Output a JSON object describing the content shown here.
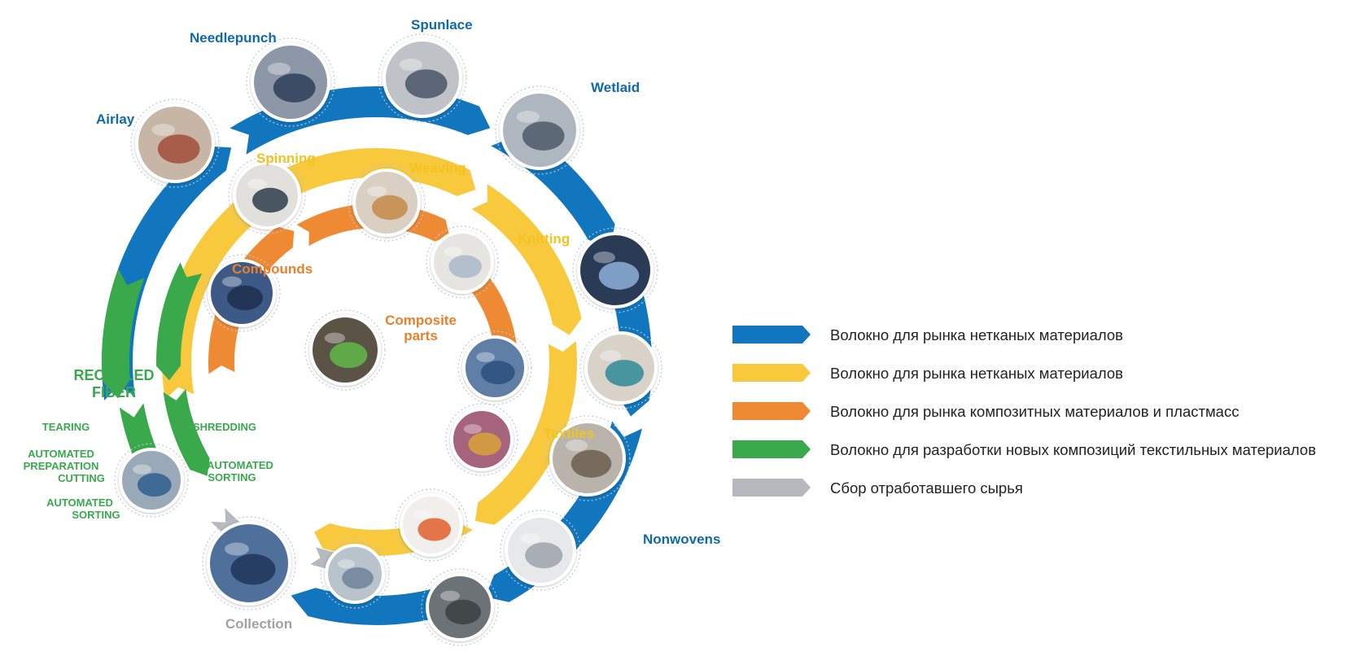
{
  "colors": {
    "blue": "#1176bd",
    "yellow": "#f8c93c",
    "orange": "#ee8a34",
    "green": "#3aa94b",
    "gray": "#b5b8bd",
    "blue_text": "#1169ad",
    "yellow_text": "#f2c31f",
    "orange_text": "#ea7f2b",
    "green_text": "#38a94d",
    "gray_text": "#9ea1a6"
  },
  "blue_ring": {
    "airlay": "Airlay",
    "needlepunch": "Needlepunch",
    "spunlace": "Spunlace",
    "wetlaid": "Wetlaid",
    "nonwovens": "Nonwovens"
  },
  "yellow_ring": {
    "spinning": "Spinning",
    "weaving": "Weaving",
    "knitting": "Knitting",
    "textiles": "Textiles"
  },
  "orange_ring": {
    "compounds": "Compounds",
    "composite_line1": "Composite",
    "composite_line2": "parts"
  },
  "green_ring": {
    "recycled_line1": "RECYCLED",
    "recycled_line2": "FIBER",
    "tearing": "TEARING",
    "shredding": "SHREDDING",
    "prep_line1": "AUTOMATED",
    "prep_line2": "PREPARATION",
    "prep_line3": "CUTTING",
    "sort_in_line1": "AUTOMATED",
    "sort_in_line2": "SORTING",
    "sort_out_line1": "AUTOMATED",
    "sort_out_line2": "SORTING"
  },
  "gray_ring": {
    "collection": "Collection"
  },
  "photos": [
    {
      "name": "airlay-photo",
      "icon": "airlay-machine-photo"
    },
    {
      "name": "needlepunch-photo",
      "icon": "needlepunch-machine-photo"
    },
    {
      "name": "spunlace-photo",
      "icon": "spunlace-machine-photo"
    },
    {
      "name": "wetlaid-photo",
      "icon": "wetlaid-machine-photo"
    },
    {
      "name": "car-photo",
      "icon": "car-photo"
    },
    {
      "name": "armchair-photo",
      "icon": "armchair-photo"
    },
    {
      "name": "felt-cutting-photo",
      "icon": "felt-photo"
    },
    {
      "name": "wipes-photo",
      "icon": "wipes-photo"
    },
    {
      "name": "gray-felt-photo",
      "icon": "felt-roll-photo"
    },
    {
      "name": "yarn-spools-photo",
      "icon": "yarn-photo"
    },
    {
      "name": "folded-fabric-photo",
      "icon": "fabric-photo"
    },
    {
      "name": "knitwear-photo",
      "icon": "knitwear-photo"
    },
    {
      "name": "jeans-photo",
      "icon": "jeans-photo"
    },
    {
      "name": "hangers-photo",
      "icon": "clothes-photo"
    },
    {
      "name": "sneakers-photo",
      "icon": "sneakers-photo"
    },
    {
      "name": "pillows-photo",
      "icon": "pillows-photo"
    },
    {
      "name": "granules-photo",
      "icon": "granules-photo"
    },
    {
      "name": "composite-part-photo",
      "icon": "composite-part-photo"
    },
    {
      "name": "recycling-machine-photo",
      "icon": "recycling-machine-photo"
    },
    {
      "name": "collection-bales-photo",
      "icon": "bales-photo"
    }
  ],
  "legend": [
    {
      "color": "#1176bd",
      "label": "Волокно для рынка нетканых материалов"
    },
    {
      "color": "#f8c93c",
      "label": "Волокно для рынка нетканых материалов"
    },
    {
      "color": "#ee8a34",
      "label": "Волокно для рынка композитных материалов и пластмасс"
    },
    {
      "color": "#3aa94b",
      "label": "Волокно для разработки новых композиций текстильных материалов"
    },
    {
      "color": "#b5b8bd",
      "label": "Сбор отработавшего сырья"
    }
  ]
}
